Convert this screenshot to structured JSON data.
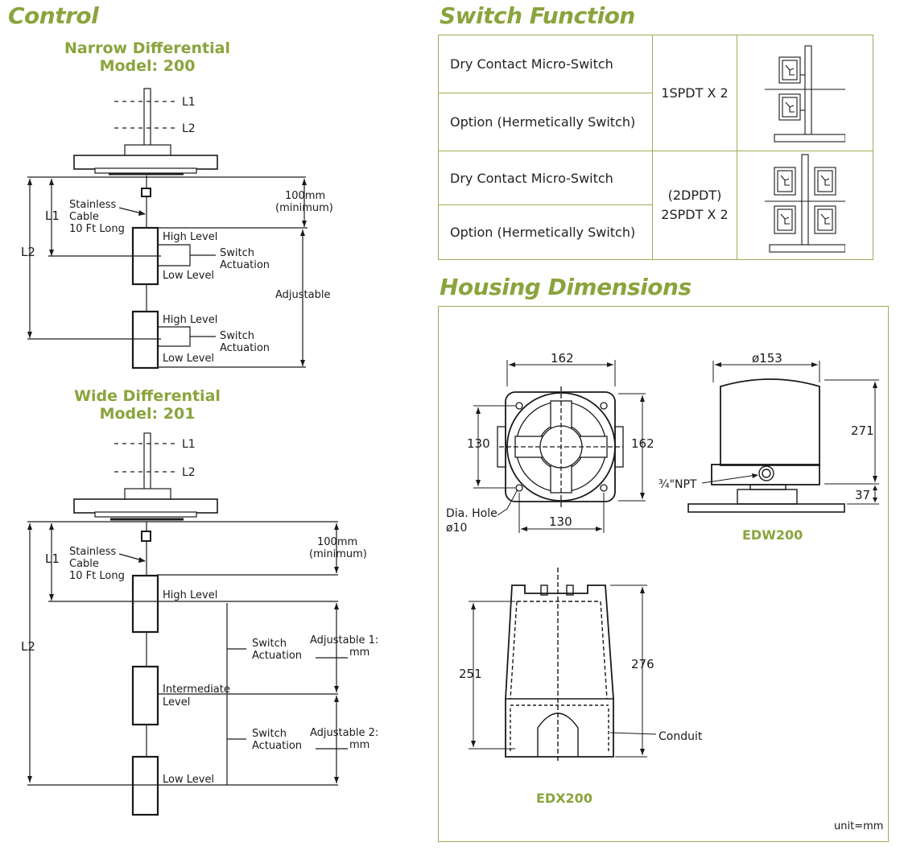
{
  "sections": {
    "control": "Control",
    "switch_function": "Switch Function",
    "housing_dimensions": "Housing Dimensions"
  },
  "narrow": {
    "title_line1": "Narrow Differential",
    "title_line2": "Model: 200",
    "l1": "L1",
    "l2": "L2",
    "cable_line1": "Stainless",
    "cable_line2": "Cable",
    "cable_line3": "10 Ft Long",
    "min_line1": "100mm",
    "min_line2": "(minimum)",
    "high_level": "High Level",
    "low_level": "Low Level",
    "switch_line1": "Switch",
    "switch_line2": "Actuation",
    "adjustable": "Adjustable"
  },
  "wide": {
    "title_line1": "Wide Differential",
    "title_line2": "Model: 201",
    "l1": "L1",
    "l2": "L2",
    "cable_line1": "Stainless",
    "cable_line2": "Cable",
    "cable_line3": "10 Ft Long",
    "min_line1": "100mm",
    "min_line2": "(minimum)",
    "high_level": "High Level",
    "intermediate_line1": "Intermediate",
    "intermediate_line2": "Level",
    "low_level": "Low Level",
    "switch_line1": "Switch",
    "switch_line2": "Actuation",
    "adj1_line1": "Adjustable 1:",
    "adj1_line2": "mm",
    "adj2_line1": "Adjustable 2:",
    "adj2_line2": "mm"
  },
  "switch_table": {
    "rows": [
      {
        "desc": "Dry Contact Micro-Switch"
      },
      {
        "desc": "Option (Hermetically Switch)"
      },
      {
        "desc": "Dry Contact Micro-Switch"
      },
      {
        "desc": "Option (Hermetically Switch)"
      }
    ],
    "spec1": "1SPDT X 2",
    "spec2_line1": "(2DPDT)",
    "spec2_line2": "2SPDT X 2",
    "icon1": "single-switch-diagram-icon",
    "icon2": "double-switch-diagram-icon"
  },
  "housing": {
    "edx_top": {
      "width_top": "162",
      "height_right": "162",
      "hole_spacing_v": "130",
      "hole_spacing_h": "130",
      "hole_line1": "Dia. Hole",
      "hole_line2": "ø10"
    },
    "edw": {
      "diameter": "ø153",
      "height": "271",
      "base": "37",
      "npt": "¾\"NPT",
      "label": "EDW200"
    },
    "edx": {
      "outer": "276",
      "inner": "251",
      "conduit": "Conduit",
      "label": "EDX200"
    },
    "unit": "unit=mm"
  },
  "colors": {
    "accent": "#8aa43c",
    "border": "#9aae5a",
    "ink": "#1a1a1a"
  }
}
